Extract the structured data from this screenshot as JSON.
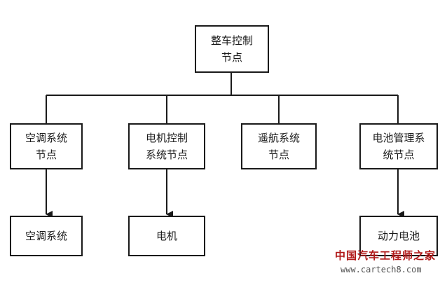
{
  "diagram": {
    "top": {
      "label": "整车控制\n节点"
    },
    "nodes": [
      {
        "label": "空调系统\n节点"
      },
      {
        "label": "电机控制\n系统节点"
      },
      {
        "label": "遥航系统\n节点"
      },
      {
        "label": "电池管理系\n统节点"
      }
    ],
    "targets": [
      {
        "label": "空调系统"
      },
      {
        "label": "电机"
      },
      {
        "label": "动力电池"
      }
    ],
    "colors": {
      "line": "#1a1a1a",
      "watermark": "#b01818"
    }
  },
  "watermark": {
    "cn": "中国汽车工程师之家",
    "url": "www.cartech8.com"
  }
}
